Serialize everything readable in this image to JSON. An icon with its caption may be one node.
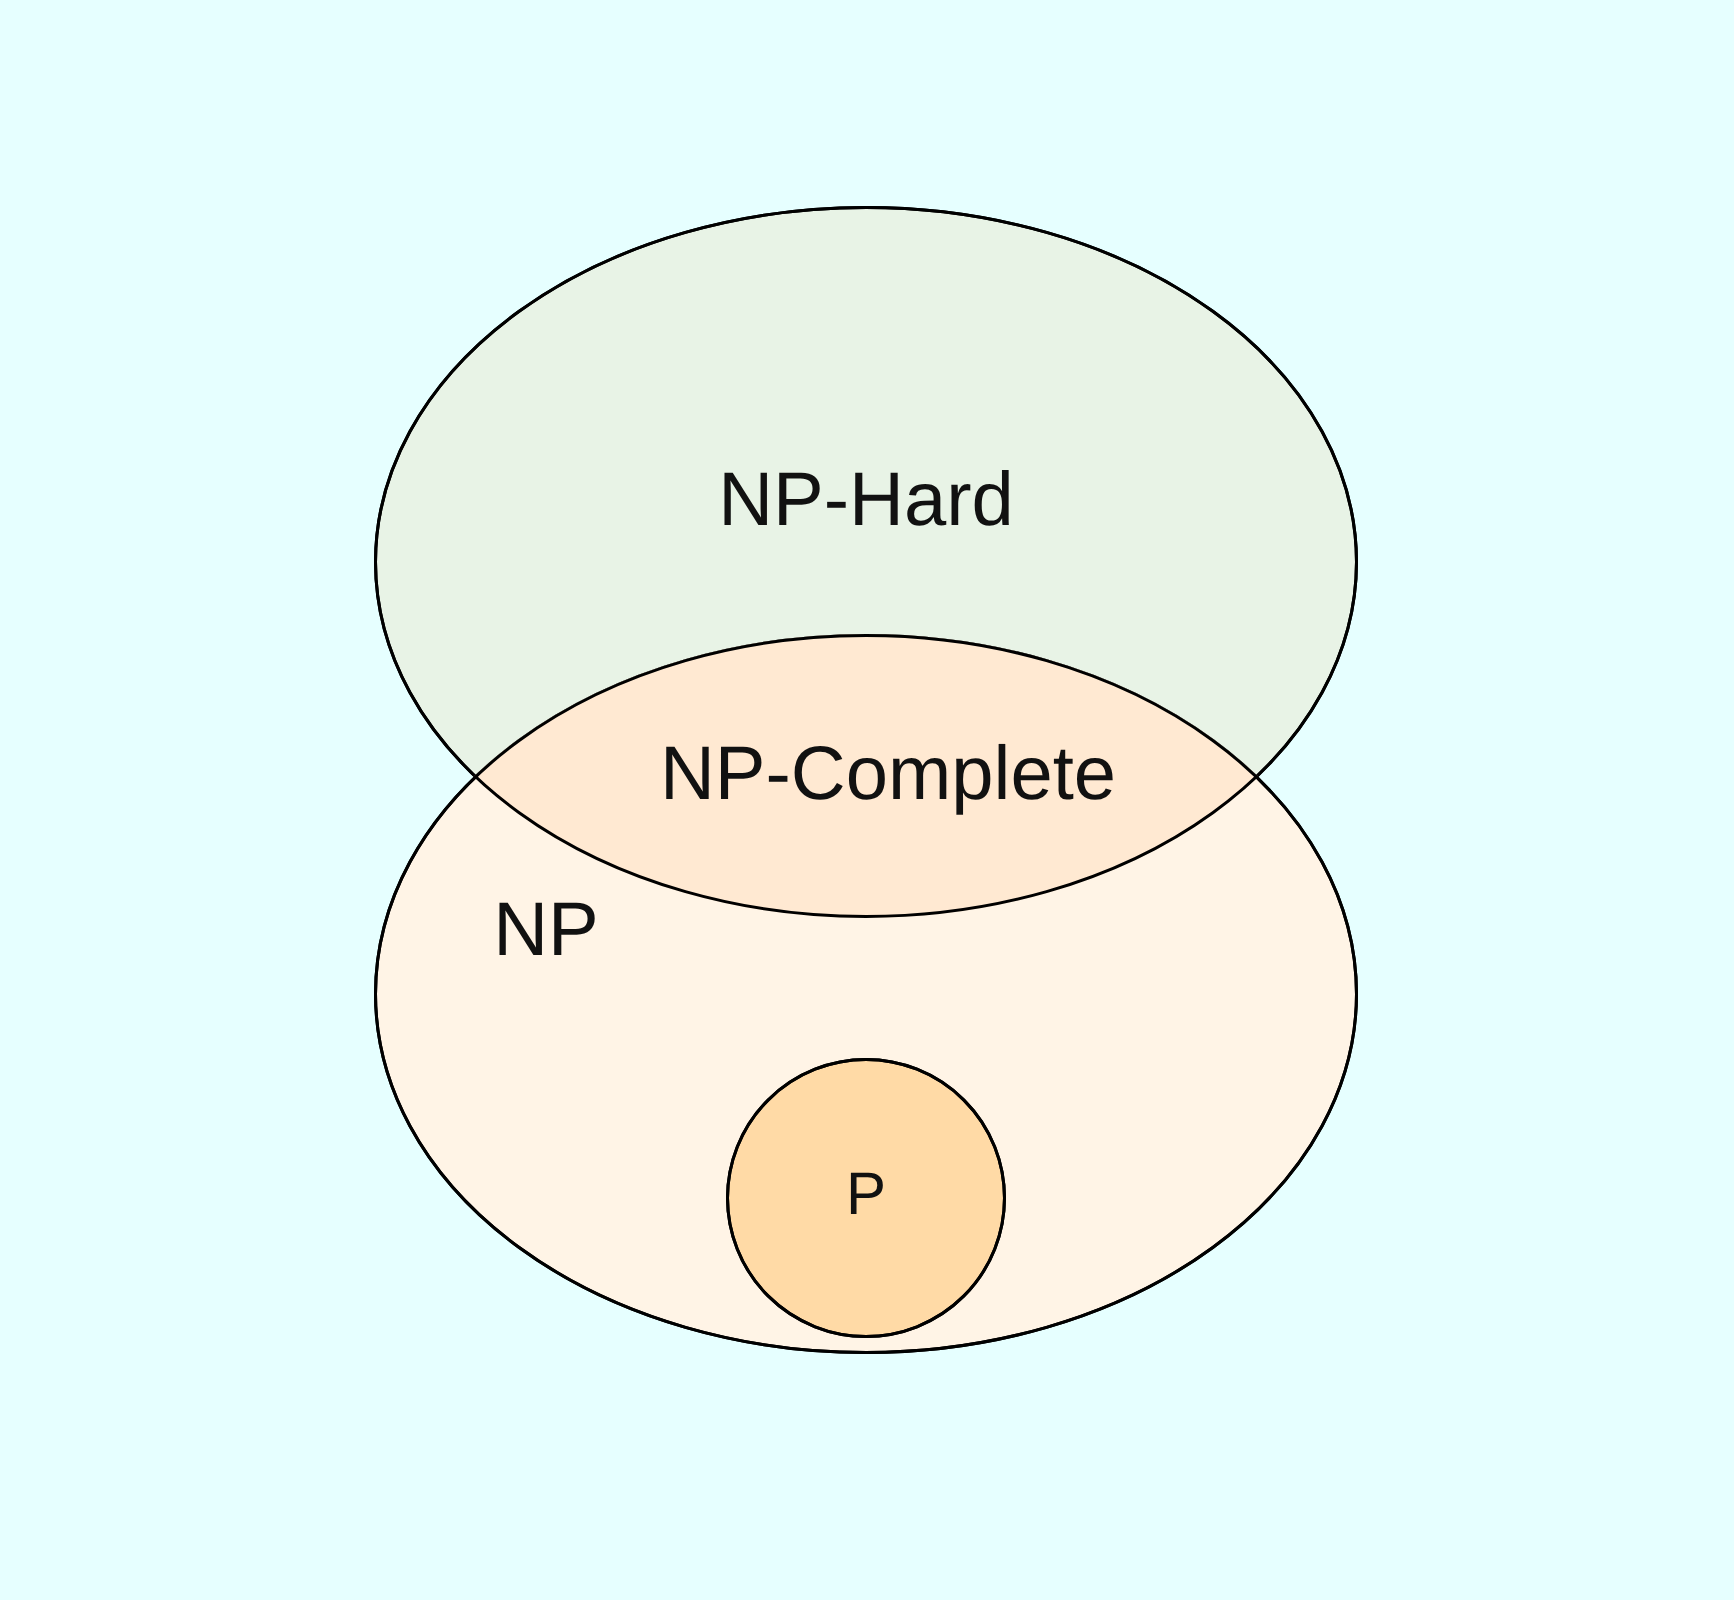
{
  "diagram": {
    "nodes": [
      {
        "text": [
          "NP-Hard"
        ]
      },
      {
        "text": [
          "NP"
        ]
      },
      {
        "text": [
          "P"
        ],
        "in": 1
      }
    ],
    "labels": [
      "NP-Complete"
    ]
  }
}
